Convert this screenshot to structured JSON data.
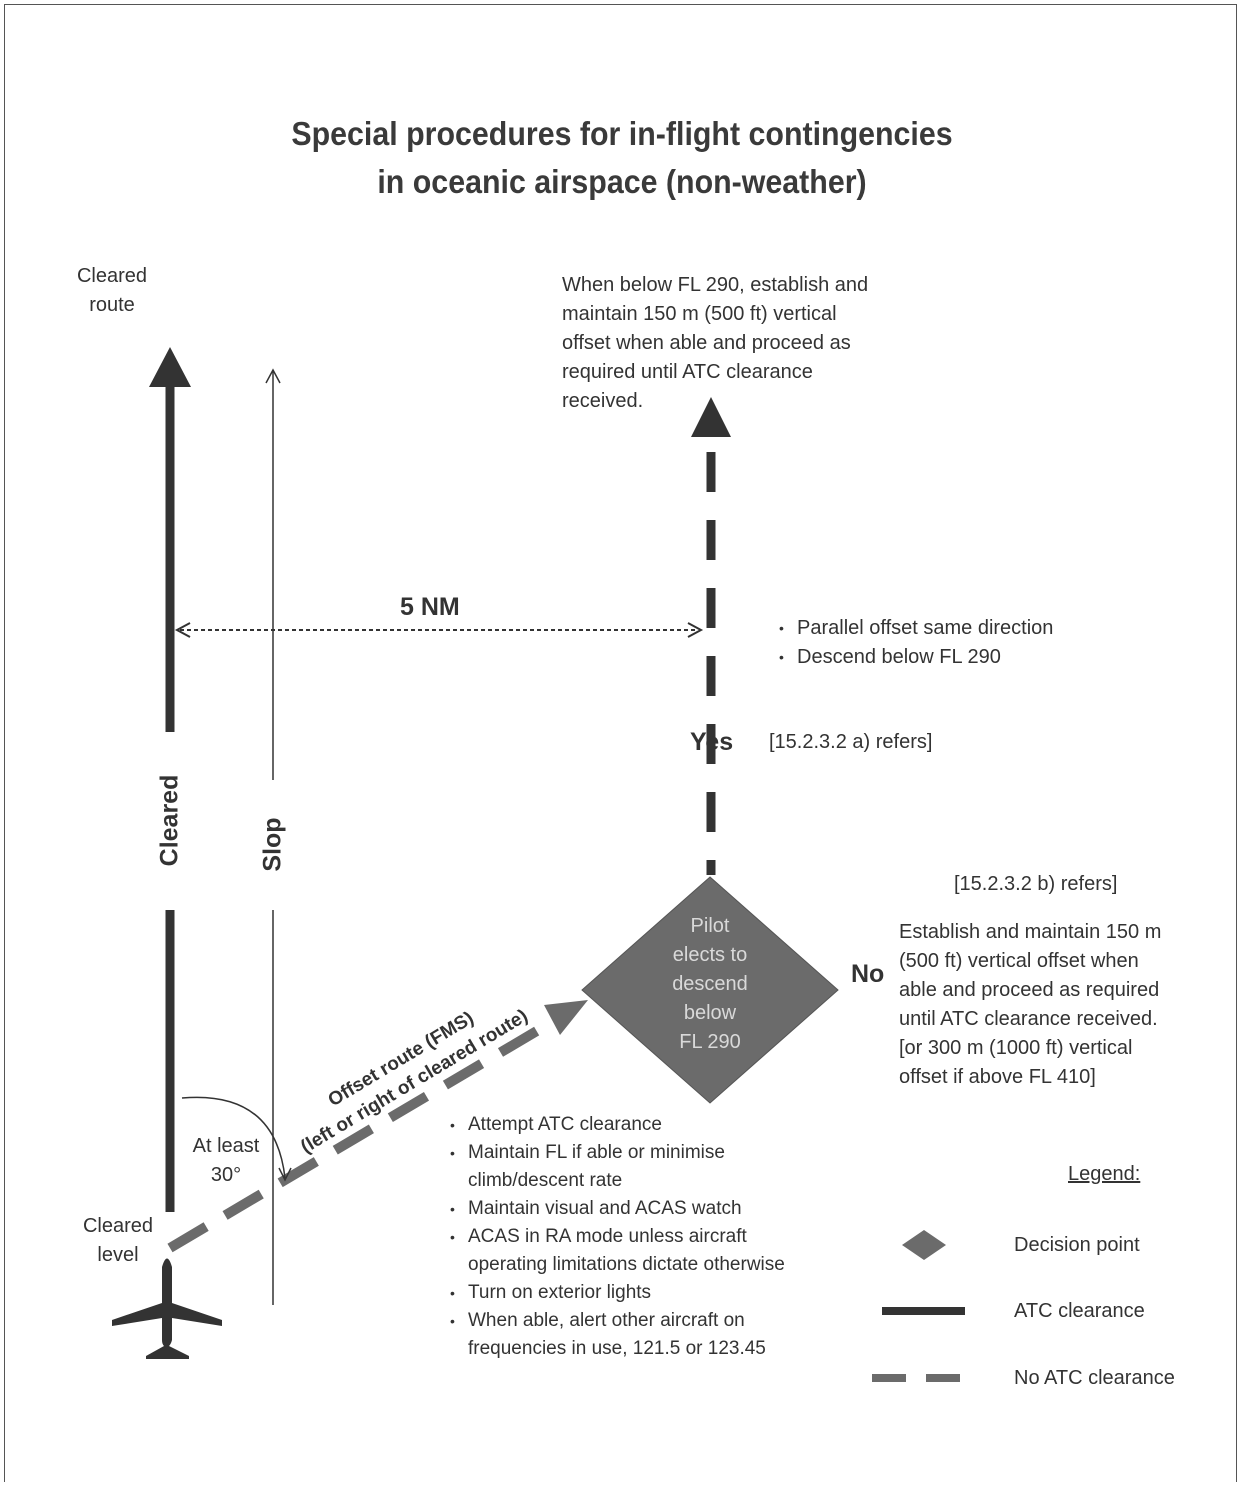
{
  "title": {
    "line1": "Special procedures for in-flight contingencies",
    "line2": "in oceanic airspace (non-weather)"
  },
  "labels": {
    "cleared_route": [
      "Cleared",
      "route"
    ],
    "cleared_level": [
      "Cleared",
      "level"
    ],
    "cleared": "Cleared",
    "slop": "Slop",
    "five_nm": "5 NM",
    "at_least": [
      "At least",
      "30°"
    ],
    "offset_route_line1": "Offset route (FMS)",
    "offset_route_line2": "(left or right of cleared route)",
    "yes": "Yes",
    "no": "No",
    "ref_a": "[15.2.3.2 a) refers]",
    "ref_b": "[15.2.3.2 b) refers]"
  },
  "decision": {
    "text": [
      "Pilot",
      "elects to",
      "descend",
      "below",
      "FL 290"
    ]
  },
  "top_note": [
    "When below FL 290, establish and",
    "maintain 150 m (500 ft) vertical",
    "offset when able and proceed as",
    "required until ATC clearance",
    "received."
  ],
  "yes_bullets": [
    "Parallel offset same direction",
    "Descend below FL 290"
  ],
  "no_note": [
    "Establish and maintain 150 m",
    "(500 ft) vertical offset when",
    "able and proceed as required",
    "until ATC clearance received.",
    "[or 300 m (1000 ft) vertical",
    "offset if above FL 410]"
  ],
  "action_bullets": [
    [
      "Attempt ATC clearance"
    ],
    [
      "Maintain FL if able or minimise",
      "climb/descent rate"
    ],
    [
      "Maintain visual and ACAS watch"
    ],
    [
      "ACAS in RA mode unless aircraft",
      "operating limitations dictate otherwise"
    ],
    [
      "Turn on exterior lights"
    ],
    [
      "When able, alert other aircraft on",
      "frequencies in use, 121.5 or 123.45"
    ]
  ],
  "legend": {
    "title": "Legend:",
    "items": [
      {
        "label": "Decision point",
        "symbol": "diamond"
      },
      {
        "label": "ATC clearance",
        "symbol": "solid-line"
      },
      {
        "label": "No ATC clearance",
        "symbol": "dashed-line"
      }
    ]
  },
  "colors": {
    "solid": "#333333",
    "dashed": "#6b6b6b",
    "diamond_fill": "#6b6b6b",
    "text": "#333333"
  }
}
